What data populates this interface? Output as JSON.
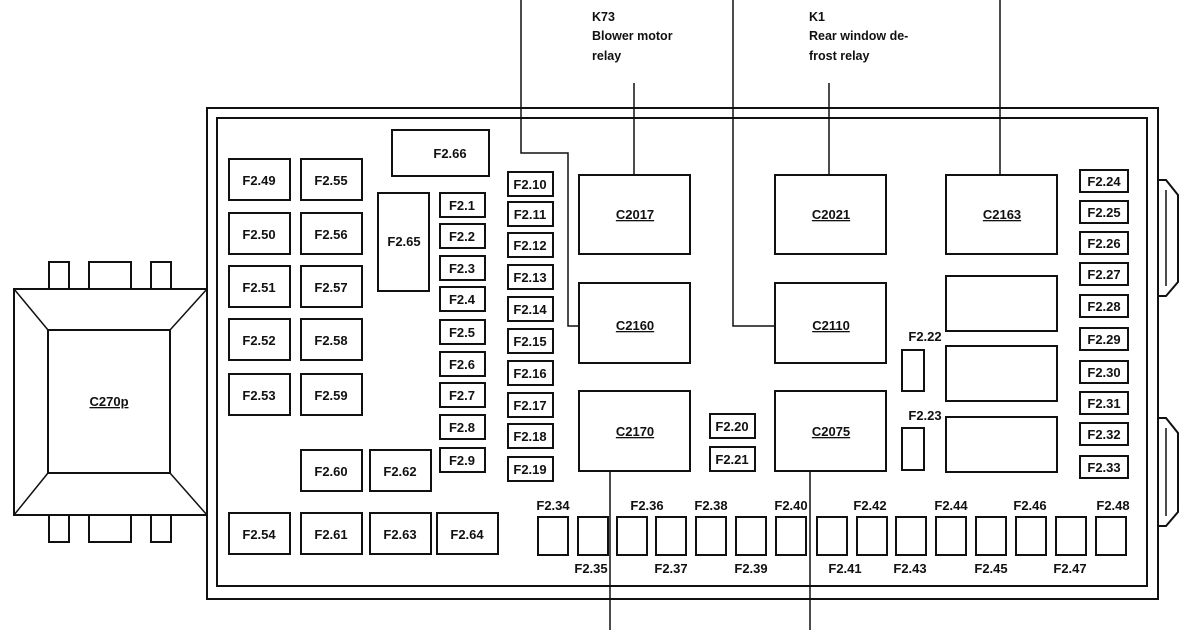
{
  "callouts": {
    "k73": {
      "id": "K73",
      "line1": "Blower motor",
      "line2": "relay"
    },
    "k1": {
      "id": "K1",
      "line1": "Rear window de-",
      "line2": "frost relay"
    }
  },
  "connector": {
    "label": "C270p"
  },
  "relays": {
    "c2017": "C2017",
    "c2021": "C2021",
    "c2163": "C2163",
    "c2160": "C2160",
    "c2110": "C2110",
    "c2170": "C2170",
    "c2075": "C2075"
  },
  "fuses": {
    "f249": "F2.49",
    "f250": "F2.50",
    "f251": "F2.51",
    "f252": "F2.52",
    "f253": "F2.53",
    "f255": "F2.55",
    "f256": "F2.56",
    "f257": "F2.57",
    "f258": "F2.58",
    "f259": "F2.59",
    "f254": "F2.54",
    "f260": "F2.60",
    "f261": "F2.61",
    "f262": "F2.62",
    "f263": "F2.63",
    "f264": "F2.64",
    "f265": "F2.65",
    "f266": "F2.66",
    "f21": "F2.1",
    "f22": "F2.2",
    "f23": "F2.3",
    "f24": "F2.4",
    "f25": "F2.5",
    "f26": "F2.6",
    "f27": "F2.7",
    "f28": "F2.8",
    "f29": "F2.9",
    "f210": "F2.10",
    "f211": "F2.11",
    "f212": "F2.12",
    "f213": "F2.13",
    "f214": "F2.14",
    "f215": "F2.15",
    "f216": "F2.16",
    "f217": "F2.17",
    "f218": "F2.18",
    "f219": "F2.19",
    "f220": "F2.20",
    "f221": "F2.21",
    "f222": "F2.22",
    "f223": "F2.23",
    "f224": "F2.24",
    "f225": "F2.25",
    "f226": "F2.26",
    "f227": "F2.27",
    "f228": "F2.28",
    "f229": "F2.29",
    "f230": "F2.30",
    "f231": "F2.31",
    "f232": "F2.32",
    "f233": "F2.33",
    "f234": "F2.34",
    "f235": "F2.35",
    "f236": "F2.36",
    "f237": "F2.37",
    "f238": "F2.38",
    "f239": "F2.39",
    "f240": "F2.40",
    "f241": "F2.41",
    "f242": "F2.42",
    "f243": "F2.43",
    "f244": "F2.44",
    "f245": "F2.45",
    "f246": "F2.46",
    "f247": "F2.47",
    "f248": "F2.48"
  }
}
